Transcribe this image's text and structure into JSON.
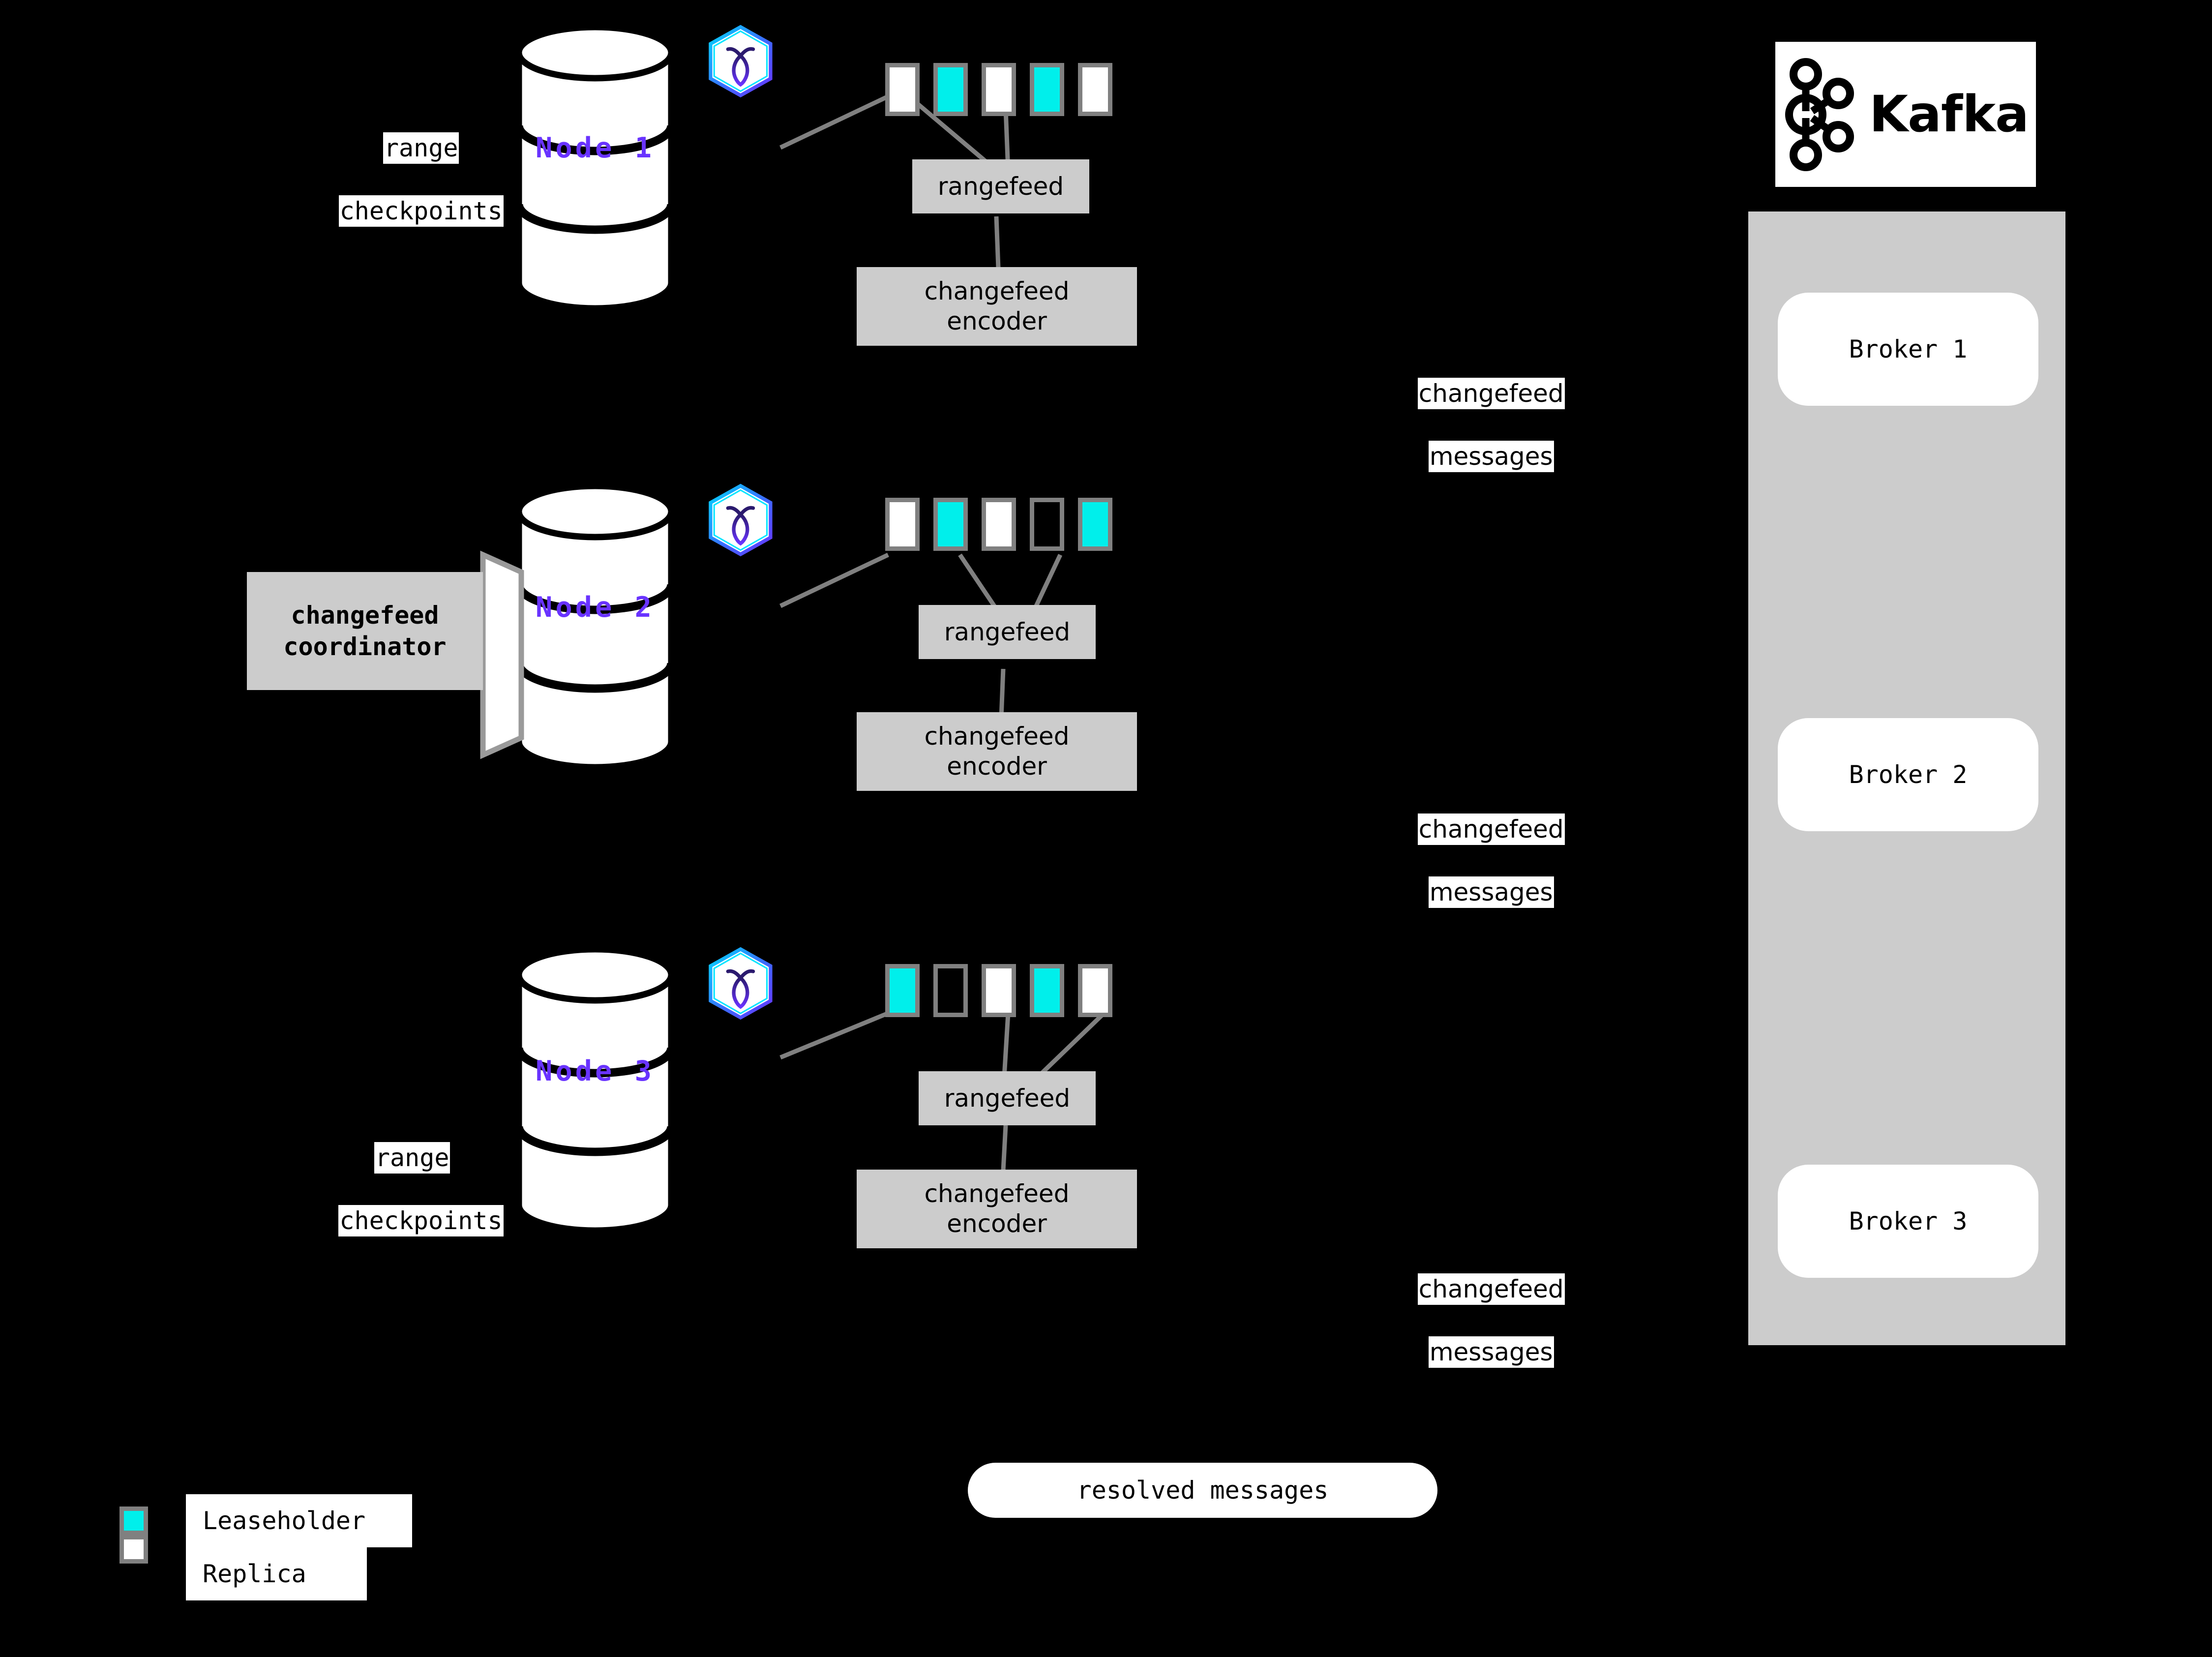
{
  "diagram": {
    "title": "CockroachDB changefeed to Kafka architecture",
    "colors": {
      "background": "#000000",
      "leaseholder": "#00efeb",
      "replica": "#ffffff",
      "range_border": "#808080",
      "node_label": "#6933ff",
      "gray_box": "#cccccc",
      "connector": "#808080"
    }
  },
  "nodes": [
    {
      "id": "node-1",
      "label": "Node 1",
      "logo_icon": "cockroachdb-hexagon-icon",
      "ranges": [
        {
          "index": 1,
          "type": "replica"
        },
        {
          "index": 2,
          "type": "leaseholder"
        },
        {
          "index": 3,
          "type": "replica"
        },
        {
          "index": 4,
          "type": "leaseholder"
        },
        {
          "index": 5,
          "type": "replica"
        }
      ],
      "rangefeed_label": "rangefeed",
      "encoder_label": "changefeed\nencoder",
      "encoder_line1": "changefeed",
      "encoder_line2": "encoder"
    },
    {
      "id": "node-2",
      "label": "Node 2",
      "logo_icon": "cockroachdb-hexagon-icon",
      "ranges": [
        {
          "index": 1,
          "type": "replica"
        },
        {
          "index": 2,
          "type": "leaseholder"
        },
        {
          "index": 3,
          "type": "replica"
        },
        {
          "index": 4,
          "type": "empty"
        },
        {
          "index": 5,
          "type": "leaseholder"
        }
      ],
      "rangefeed_label": "rangefeed",
      "encoder_label": "changefeed\nencoder",
      "encoder_line1": "changefeed",
      "encoder_line2": "encoder"
    },
    {
      "id": "node-3",
      "label": "Node 3",
      "logo_icon": "cockroachdb-hexagon-icon",
      "ranges": [
        {
          "index": 1,
          "type": "leaseholder"
        },
        {
          "index": 2,
          "type": "empty"
        },
        {
          "index": 3,
          "type": "replica"
        },
        {
          "index": 4,
          "type": "leaseholder"
        },
        {
          "index": 5,
          "type": "replica"
        }
      ],
      "rangefeed_label": "rangefeed",
      "encoder_label": "changefeed\nencoder",
      "encoder_line1": "changefeed",
      "encoder_line2": "encoder"
    }
  ],
  "annotations": {
    "range_checkpoints_top_line1": "range",
    "range_checkpoints_top_line2": "checkpoints",
    "range_checkpoints_bottom_line1": "range",
    "range_checkpoints_bottom_line2": "checkpoints",
    "coordinator_line1": "changefeed",
    "coordinator_line2": "coordinator",
    "changefeed_messages_1_line1": "changefeed",
    "changefeed_messages_1_line2": "messages",
    "changefeed_messages_2_line1": "changefeed",
    "changefeed_messages_2_line2": "messages",
    "changefeed_messages_3_line1": "changefeed",
    "changefeed_messages_3_line2": "messages",
    "resolved_messages": "resolved messages"
  },
  "kafka": {
    "wordmark": "Kafka",
    "logo_icon": "kafka-nodes-icon",
    "brokers": [
      {
        "label": "Broker 1"
      },
      {
        "label": "Broker 2"
      },
      {
        "label": "Broker 3"
      }
    ]
  },
  "legend": {
    "items": [
      {
        "swatch": "leaseholder",
        "label": "Leaseholder"
      },
      {
        "swatch": "replica",
        "label": "Replica"
      }
    ]
  }
}
